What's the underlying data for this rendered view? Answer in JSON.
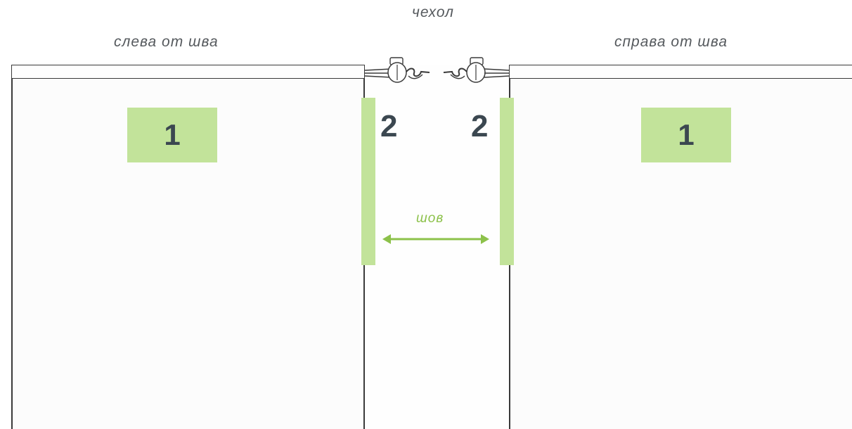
{
  "labels": {
    "cover": "чехол",
    "left_of_seam": "слева от шва",
    "right_of_seam": "справа от шва",
    "seam": "шов"
  },
  "badges": {
    "left_big": "1",
    "right_big": "1",
    "left_small": "2",
    "right_small": "2"
  },
  "colors": {
    "accent_green": "#c2e39a",
    "arrow_green": "#8cc14a",
    "number_text": "#3b4750",
    "outline": "#3a3a3a",
    "label_text": "#55595d"
  },
  "icons": {
    "cord_stopper": "cord-stopper-icon",
    "seam_arrow": "double-arrow-icon"
  }
}
